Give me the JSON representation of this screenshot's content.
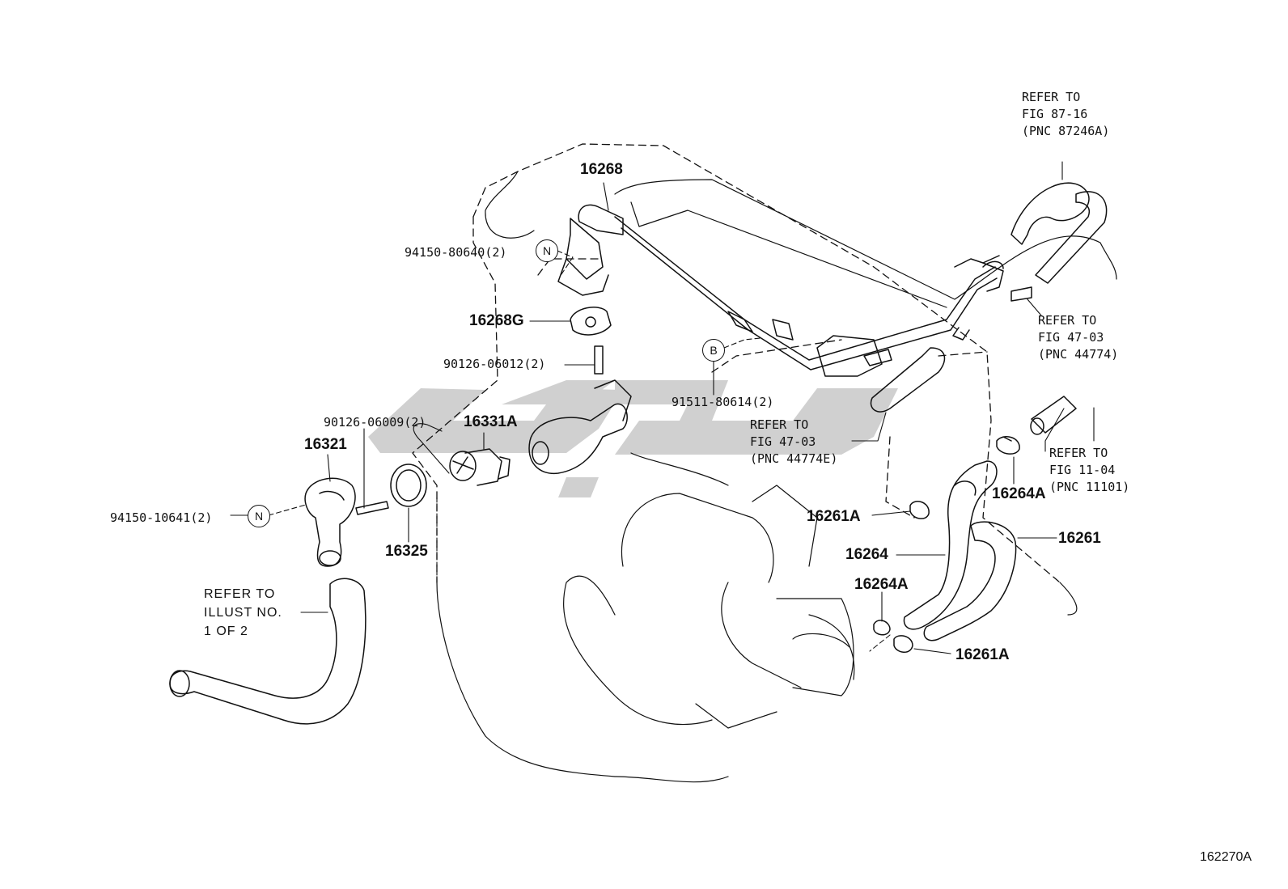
{
  "diagram": {
    "code": "162270A",
    "watermark_color": "#c8c8c8",
    "labels": {
      "p16268": "16268",
      "p94150_80640": "94150-80640(2)",
      "p16268G": "16268G",
      "p90126_06012": "90126-06012(2)",
      "p91511_80614": "91511-80614(2)",
      "p90126_06009": "90126-06009(2)",
      "p16331A": "16331A",
      "p16321": "16321",
      "p94150_10641": "94150-10641(2)",
      "p16325": "16325",
      "p16261A_1": "16261A",
      "p16264A_1": "16264A",
      "p16261": "16261",
      "p16264": "16264",
      "p16264A_2": "16264A",
      "p16261A_2": "16261A"
    },
    "markers": {
      "n1": "N",
      "n2": "N",
      "b": "B"
    },
    "refs": {
      "r1": [
        "REFER TO",
        "FIG 87-16",
        "(PNC 87246A)"
      ],
      "r2": [
        "REFER TO",
        "FIG 47-03",
        "(PNC 44774)"
      ],
      "r3": [
        "REFER TO",
        "FIG 47-03",
        "(PNC 44774E)"
      ],
      "r4": [
        "REFER TO",
        "FIG 11-04",
        "(PNC 11101)"
      ],
      "r5": [
        "REFER TO",
        "ILLUST NO.",
        "1 OF 2"
      ]
    }
  }
}
